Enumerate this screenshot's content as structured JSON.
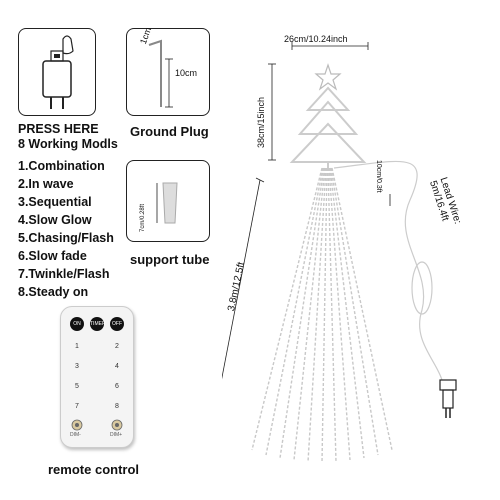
{
  "plug_panel": {
    "title_line1": "PRESS HERE",
    "title_line2": "8 Working Modls",
    "modes": [
      "1.Combination",
      "2.In wave",
      "3.Sequential",
      "4.Slow Glow",
      "5.Chasing/Flash",
      "6.Slow fade",
      "7.Twinkle/Flash",
      "8.Steady on"
    ]
  },
  "ground_plug": {
    "caption": "Ground Plug",
    "dim_small": "1cm",
    "dim_large": "10cm"
  },
  "support_tube": {
    "caption": "support tube",
    "dim": "7cm/0.28ft"
  },
  "remote": {
    "caption": "remote control",
    "top_buttons": [
      "ON",
      "TIMER",
      "OFF"
    ],
    "numbers": [
      "1",
      "2",
      "3",
      "4",
      "5",
      "6",
      "7",
      "8"
    ],
    "dim_minus": "DIM-",
    "dim_plus": "DIM+"
  },
  "tree": {
    "width_label": "26cm/10.24inch",
    "height_label": "38cm/15inch",
    "strand_label": "3.8m/12.5ft",
    "spacing_label": "10cm/0.3ft",
    "lead_wire_label": "Lead Wire: 5m/16.4ft"
  }
}
